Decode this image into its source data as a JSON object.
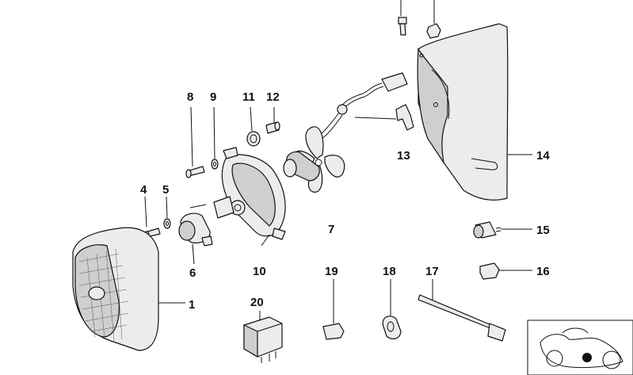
{
  "callouts": {
    "p1": "1",
    "p4": "4",
    "p5": "5",
    "p6": "6",
    "p7": "7",
    "p8": "8",
    "p9": "9",
    "p10": "10",
    "p11": "11",
    "p12": "12",
    "p13": "13",
    "p14": "14",
    "p15": "15",
    "p16": "16",
    "p17": "17",
    "p18": "18",
    "p19": "19",
    "p20": "20"
  },
  "colors": {
    "line": "#111111",
    "fill": "#ececec",
    "shade": "#cfcfcf",
    "background": "#ffffff"
  },
  "icons": [
    "vehicle-locator-icon"
  ]
}
